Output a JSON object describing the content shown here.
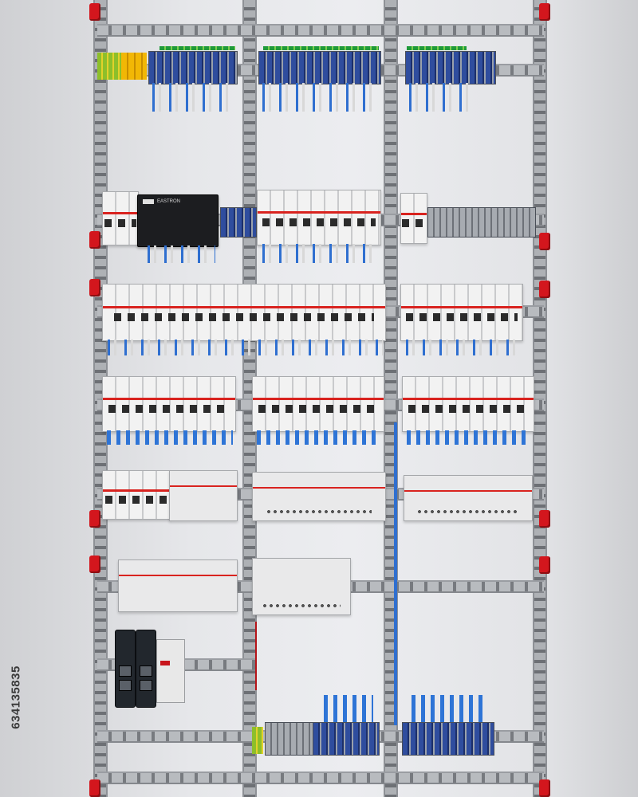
{
  "photo": {
    "subject": "Electrical distribution panel with DIN rails and circuit breakers",
    "palette": {
      "background": "#e6e7ea",
      "rail": "#aeb1b5",
      "breaker": "#f2f2f2",
      "accent_red": "#d9231f",
      "terminal_blue": "#2f4d9e",
      "wire_blue": "#2f6fd0"
    }
  },
  "device": {
    "power_supply_label": "EASTRON"
  },
  "watermark": {
    "text": "634135835"
  }
}
